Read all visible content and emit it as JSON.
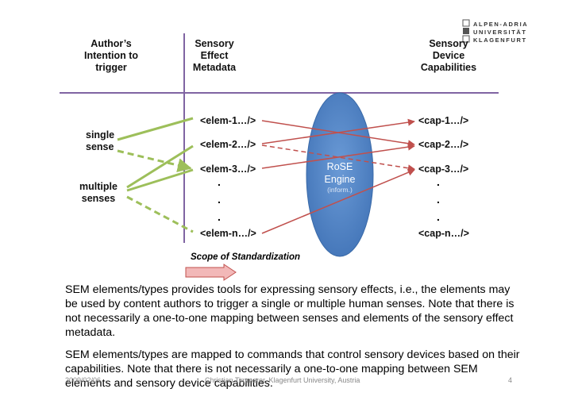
{
  "logo": {
    "line1": "ALPEN-ADRIA",
    "line2": "UNIVERSITÄT",
    "line3": "KLAGENFURT"
  },
  "headers": {
    "intention": [
      "Author’s",
      "Intention to",
      "trigger"
    ],
    "metadata": [
      "Sensory",
      "Effect",
      "Metadata"
    ],
    "capabilities": [
      "Sensory",
      "Device",
      "Capabilities"
    ]
  },
  "senses": {
    "single": [
      "single",
      "sense"
    ],
    "multiple": [
      "multiple",
      "senses"
    ]
  },
  "elements": [
    "<elem-1…/>",
    "<elem-2…/>",
    "<elem-3…/>",
    "<elem-n…/>"
  ],
  "caps": [
    "<cap-1…/>",
    "<cap-2…/>",
    "<cap-3…/>",
    "<cap-n…/>"
  ],
  "ellipsis_dot": ".",
  "engine": {
    "name": "RoSE",
    "line2": "Engine",
    "note": "(inform.)"
  },
  "scope_label": "Scope of Standardization",
  "paragraphs": [
    "SEM elements/types provides tools for expressing sensory effects, i.e., the elements may be used by content authors to trigger a single or multiple human senses. Note that there is not necessarily a one-to-one mapping between senses and elements of the sensory effect metadata.",
    "SEM elements/types are mapped to commands that control sensory devices based on their capabilities. Note that there is not necessarily a one-to-one mapping between SEM elements and sensory device capabilities."
  ],
  "footer": {
    "date": "2009/02/06",
    "author": "Christian Timmerer, Klagenfurt University, Austria",
    "page": "4"
  },
  "colors": {
    "green": "#9dbf5a",
    "red": "#c0504d",
    "purple": "#8064a2",
    "engine_blue": "#4f81bd",
    "arrow_fill": "#f2b8b8"
  }
}
